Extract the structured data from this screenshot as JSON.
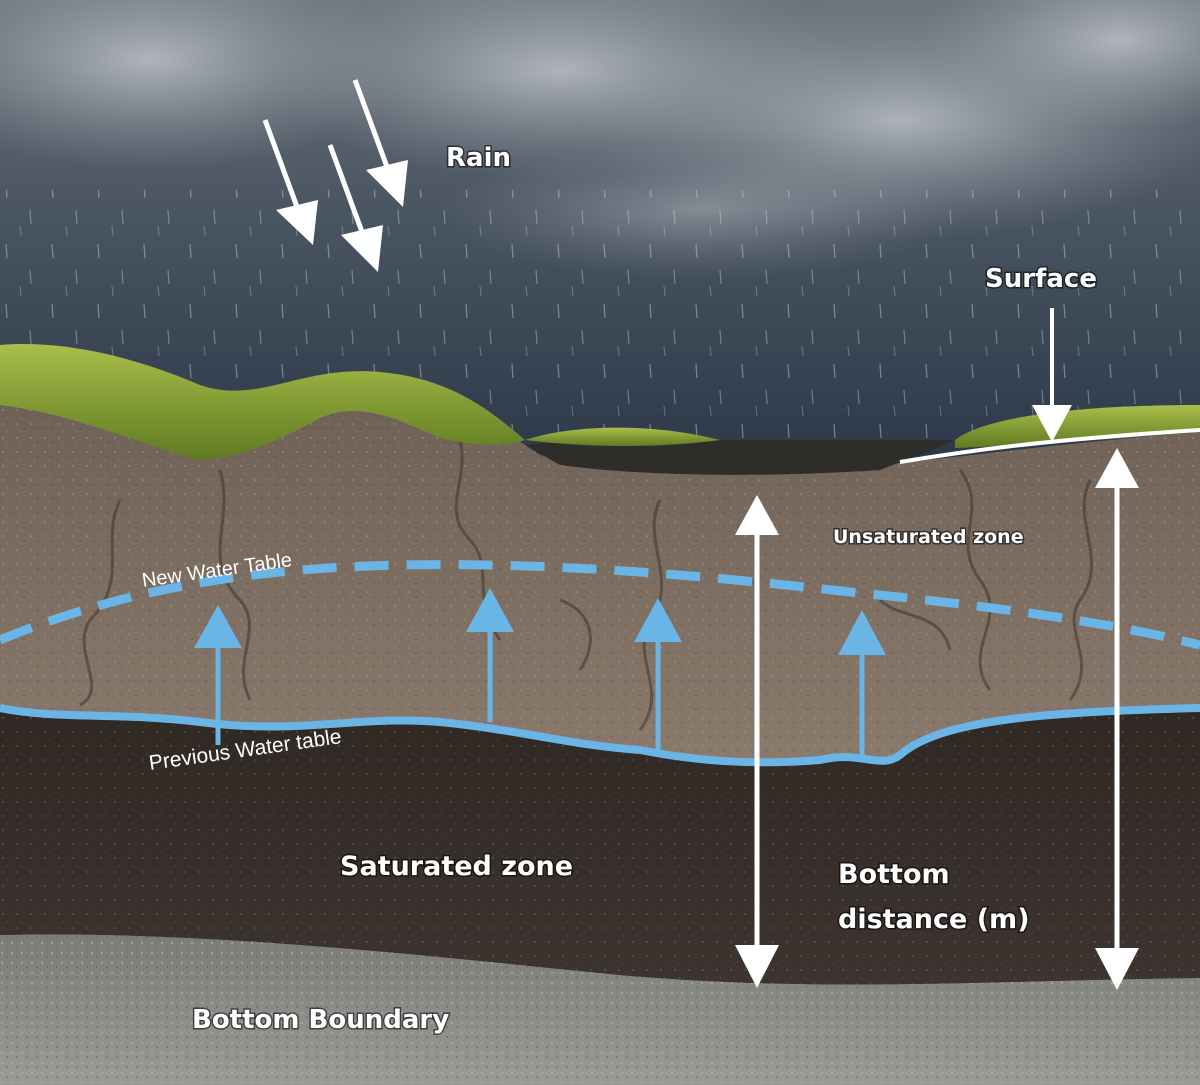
{
  "labels": {
    "rain": "Rain",
    "surface": "Surface",
    "unsaturated_zone": "Unsaturated zone",
    "new_water_table": "New Water Table",
    "previous_water_table": "Previous Water table",
    "saturated_zone": "Saturated zone",
    "bottom_distance_line1": "Bottom",
    "bottom_distance_line2": "distance (m)",
    "bottom_boundary": "Bottom Boundary"
  },
  "colors": {
    "sky_top": "#59616b",
    "sky_bottom": "#2d3a4a",
    "grass": "#8fa83a",
    "unsaturated_soil": "#857466",
    "saturated_soil": "#3a302a",
    "bedrock": "#8a8a86",
    "water_table": "#6ab4e6",
    "pond": "#33302c",
    "arrow_white": "#ffffff"
  },
  "icons": {
    "rain_arrows": "arrow-down-right-icon",
    "surface_arrow": "arrow-down-icon",
    "rise_arrows": "arrow-up-icon",
    "distance_arrows": "double-headed-vertical-arrow-icon"
  }
}
